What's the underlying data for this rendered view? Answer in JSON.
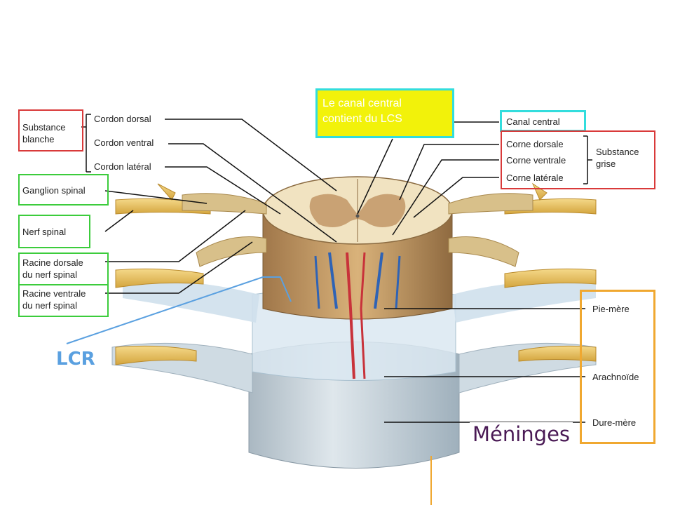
{
  "left_labels": {
    "substance_blanche": [
      "Substance",
      "blanche"
    ],
    "cordon_dorsal": "Cordon dorsal",
    "cordon_ventral": "Cordon ventral",
    "cordon_lateral": "Cordon latéral",
    "ganglion_spinal": "Ganglion spinal",
    "nerf_spinal": "Nerf spinal",
    "racine_dorsale": [
      "Racine dorsale",
      "du nerf spinal"
    ],
    "racine_ventrale": [
      "Racine ventrale",
      "du nerf spinal"
    ]
  },
  "right_labels": {
    "canal_central": "Canal central",
    "corne_dorsale": "Corne dorsale",
    "corne_ventrale": "Corne ventrale",
    "corne_laterale": "Corne latérale",
    "substance_grise": [
      "Substance",
      "grise"
    ],
    "pie_mere": "Pie-mère",
    "arachnoide": "Arachnoïde",
    "dure_mere": "Dure-mère"
  },
  "callout": [
    "Le canal central",
    "contient du LCS"
  ],
  "lcr_label": "LCR",
  "meninges_label": "Méninges",
  "colors": {
    "red_box": "#d93a3a",
    "green_box": "#3ccc3c",
    "cyan_box": "#33dddd",
    "yellow_fill": "#f2f20a",
    "orange_box": "#f0a830",
    "lcr_blue": "#5aa0e0",
    "meninges_purple": "#4a1a55",
    "nerve_yellow": "#e9c255",
    "cord_tan": "#ead9b0",
    "dura_gray": "#c8d4da"
  }
}
